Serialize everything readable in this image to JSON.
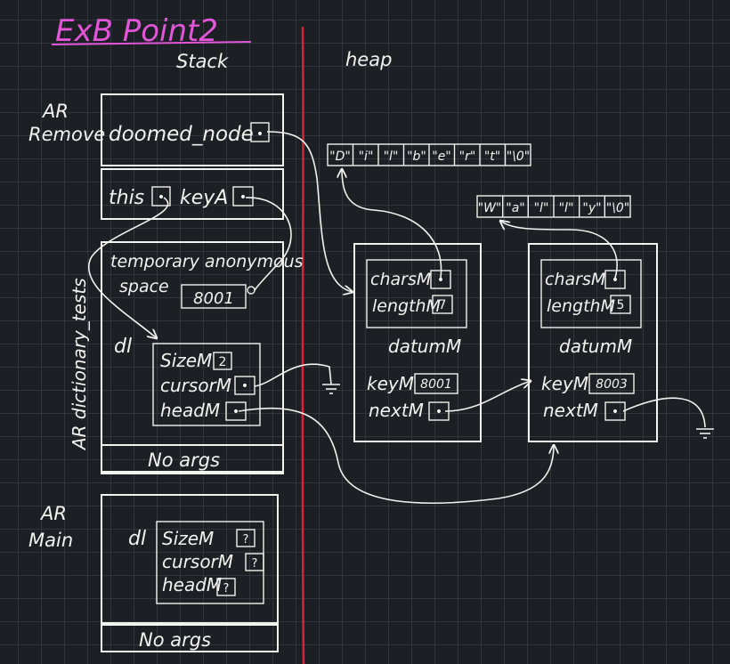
{
  "title": "ExB Point2",
  "colors": {
    "background": "#1c1f24",
    "grid": "#31363d",
    "ink": "#f2f2ee",
    "title": "#e255d8",
    "divider": "#d8243a"
  },
  "labels": {
    "stack": "Stack",
    "heap": "heap"
  },
  "ar_remove": {
    "label_ar": "AR",
    "label_name": "Remove",
    "doomed_node": "doomed_node",
    "this": "this",
    "key": "keyA",
    "pointer_glyph": "•"
  },
  "ar_dictionary_tests": {
    "label": "AR dictionary_tests",
    "temp_line1": "temporary anonymous",
    "temp_line2": "space",
    "temp_value": "8001",
    "dl": "dl",
    "size": "SizeM",
    "size_value": "2",
    "cursor": "cursorM",
    "head": "headM",
    "no_args": "No args"
  },
  "ar_main": {
    "label_ar": "AR",
    "label_name": "Main",
    "dl": "dl",
    "size": "SizeM",
    "size_value": "?",
    "cursor": "cursorM",
    "cursor_value": "?",
    "head": "headM",
    "head_value": "?",
    "no_args": "No args"
  },
  "heap": {
    "string1": [
      "\"D\"",
      "\"i\"",
      "\"l\"",
      "\"b\"",
      "\"e\"",
      "\"r\"",
      "\"t\"",
      "\"\\0\""
    ],
    "string2": [
      "\"W\"",
      "\"a\"",
      "\"l\"",
      "\"l\"",
      "\"y\"",
      "\"\\0\""
    ],
    "node1": {
      "chars": "charsM",
      "length": "lengthM",
      "length_value": "7",
      "datum": "datumM",
      "key": "keyM",
      "key_value": "8001",
      "next": "nextM"
    },
    "node2": {
      "chars": "charsM",
      "length": "lengthM",
      "length_value": "5",
      "datum": "datumM",
      "key": "keyM",
      "key_value": "8003",
      "next": "nextM"
    }
  }
}
